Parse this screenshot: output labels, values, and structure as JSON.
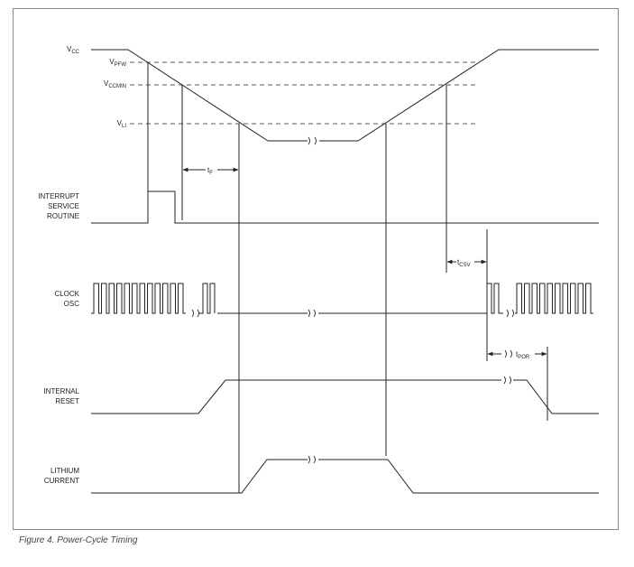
{
  "signals": {
    "vcc": {
      "main": "V",
      "sub": "CC"
    },
    "isr": [
      "INTERRUPT",
      "SERVICE",
      "ROUTINE"
    ],
    "clock": [
      "CLOCK",
      "OSC"
    ],
    "reset": [
      "INTERNAL",
      "RESET"
    ],
    "lithium": [
      "LITHIUM",
      "CURRENT"
    ]
  },
  "thresholds": {
    "vpfw": {
      "main": "V",
      "sub": "PFW"
    },
    "vccmin": {
      "main": "V",
      "sub": "CCMIN"
    },
    "vli": {
      "main": "V",
      "sub": "LI"
    }
  },
  "timing": {
    "tf": {
      "main": "t",
      "sub": "F"
    },
    "tcsv": {
      "main": "t",
      "sub": "CSV"
    },
    "tpor": {
      "main": "t",
      "sub": "POR"
    }
  },
  "caption": "Figure 4. Power-Cycle Timing",
  "colors": {
    "line": "#222222",
    "frame": "#8c8c8c",
    "caption": "#444444"
  }
}
